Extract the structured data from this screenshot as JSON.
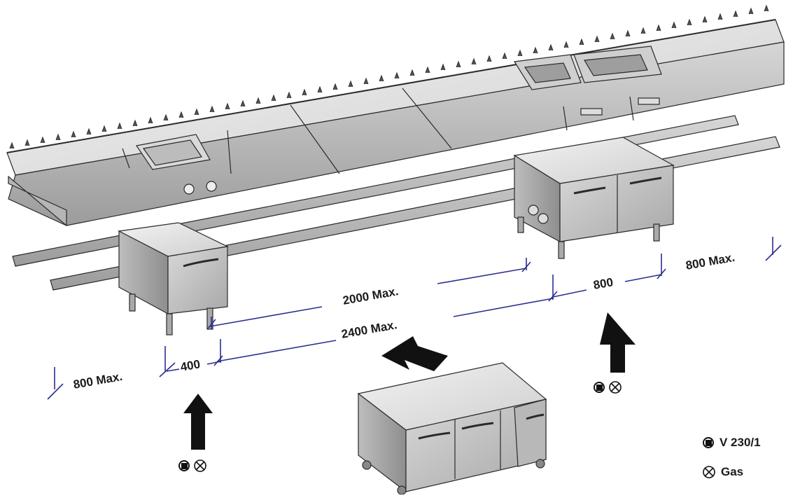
{
  "dimensions": {
    "d_2000": "2000 Max.",
    "d_2400": "2400 Max.",
    "d_800_right": "800",
    "d_800max_right": "800 Max.",
    "d_800max_left": "800 Max.",
    "d_400": "400"
  },
  "legend": {
    "power": "V 230/1",
    "gas": "Gas"
  },
  "icons": {
    "power_symbol": "power-connection-icon",
    "gas_symbol": "gas-connection-icon",
    "arrow": "insert-arrow-icon"
  },
  "colors": {
    "dimension_line": "#2b2f8f",
    "steel_light": "#e6e6e6",
    "steel_mid": "#c8c8c8",
    "steel_dark": "#8a8a8a",
    "outline": "#2a2a2a"
  }
}
